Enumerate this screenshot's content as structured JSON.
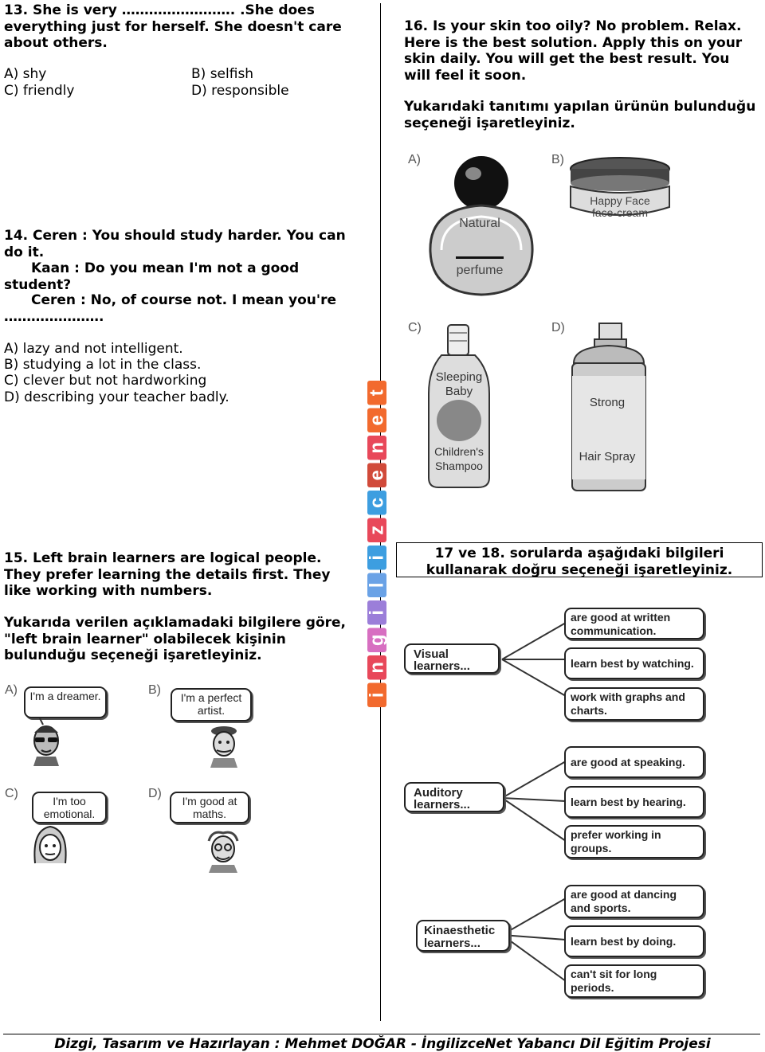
{
  "q13": {
    "stem": "13. She is very ……………………. .She does everything just for herself. She doesn't care about others.",
    "options": {
      "a": "A) shy",
      "b": "B) selfish",
      "c": "C) friendly",
      "d": "D) responsible"
    }
  },
  "q14": {
    "line1": "14. Ceren : You should study harder. You can do it.",
    "line2": "Kaan  : Do you mean I'm not a good student?",
    "line3": "Ceren : No, of course not. I mean you're ………………….",
    "options": {
      "a": "A) lazy and not intelligent.",
      "b": "B) studying a lot in the class.",
      "c": "C) clever but not hardworking",
      "d": "D) describing your teacher badly."
    }
  },
  "q15": {
    "stem": "15. Left brain learners are logical people. They prefer learning the details first. They like working with numbers.",
    "question": "Yukarıda verilen açıklamadaki bilgilere göre, \"left brain learner\" olabilecek kişinin bulunduğu seçeneği işaretleyiniz.",
    "options": [
      {
        "letter": "A)",
        "bubble": "I'm a dreamer."
      },
      {
        "letter": "B)",
        "bubble": "I'm a perfect artist."
      },
      {
        "letter": "C)",
        "bubble": "I'm too emotional."
      },
      {
        "letter": "D)",
        "bubble": "I'm good at maths."
      }
    ]
  },
  "q16": {
    "stem": "16. Is your skin too oily? No problem. Relax. Here is the best solution. Apply this on your skin daily. You will get the best result. You will feel it soon.",
    "question": "Yukarıdaki tanıtımı yapılan ürünün bulunduğu seçeneği işaretleyiniz.",
    "options": [
      {
        "letter": "A)",
        "product": "Natural perfume",
        "l1": "Natural",
        "l2": "perfume"
      },
      {
        "letter": "B)",
        "product": "Happy Face face-cream",
        "l1": "Happy Face",
        "l2": "face-cream"
      },
      {
        "letter": "C)",
        "product": "Sleeping Baby Children's Shampoo",
        "l1": "Sleeping",
        "l2": "Baby",
        "l3": "Children's",
        "l4": "Shampoo"
      },
      {
        "letter": "D)",
        "product": "Strong Hair Spray",
        "l1": "Strong",
        "l2": "Hair Spray"
      }
    ]
  },
  "q17_18": {
    "title": "17 ve 18. sorularda aşağıdaki bilgileri kullanarak doğru seçeneği işaretleyiniz.",
    "groups": [
      {
        "label": "Visual learners...",
        "items": [
          "are good at written communication.",
          "learn best by watching.",
          "work with graphs and charts."
        ]
      },
      {
        "label": "Auditory learners...",
        "items": [
          "are good at speaking.",
          "learn best by hearing.",
          "prefer working in groups."
        ]
      },
      {
        "label": "Kinaesthetic learners...",
        "items": [
          "are good at dancing and sports.",
          "learn best by doing.",
          "can't sit for long periods."
        ]
      }
    ]
  },
  "watermark": "ingilizcenet",
  "footer": "Dizgi, Tasarım ve Hazırlayan : Mehmet DOĞAR - İngilizceNet Yabancı Dil Eğitim Projesi",
  "colors": {
    "watermark": [
      "#f26a2e",
      "#e8485a",
      "#d76fc1",
      "#9b7ed9",
      "#6aa2e6",
      "#3d9ee0",
      "#e8485a",
      "#3d9ee0",
      "#d14a3a",
      "#e8485a",
      "#f26a2e",
      "#f26a2e"
    ]
  }
}
